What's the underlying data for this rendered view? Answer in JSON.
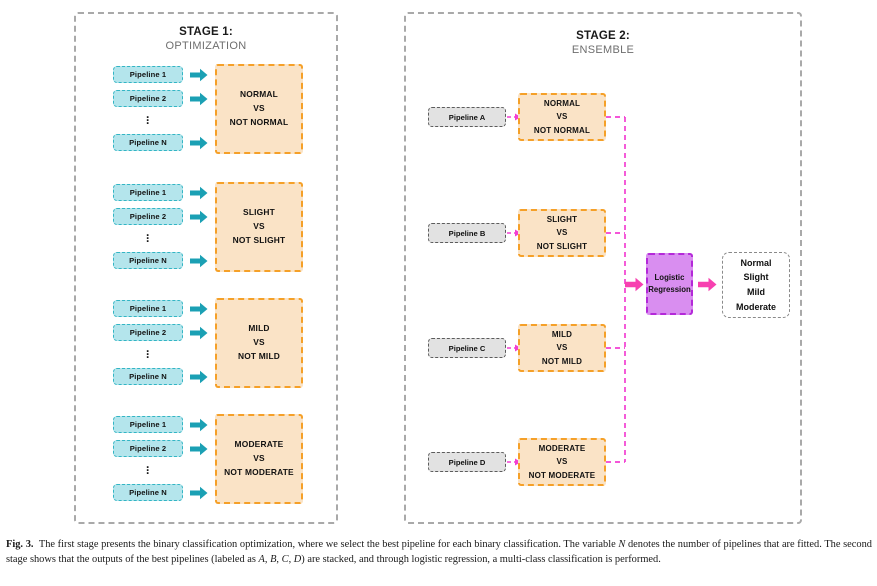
{
  "figure": {
    "stage1": {
      "title": "STAGE 1:",
      "subtitle": "OPTIMIZATION",
      "groups": [
        {
          "task_lines": [
            "NORMAL",
            "VS",
            "NOT NORMAL"
          ],
          "pipelines": [
            "Pipeline 1",
            "Pipeline 2",
            "Pipeline N"
          ],
          "ellipsis": "⋮"
        },
        {
          "task_lines": [
            "SLIGHT",
            "VS",
            "NOT SLIGHT"
          ],
          "pipelines": [
            "Pipeline 1",
            "Pipeline 2",
            "Pipeline N"
          ],
          "ellipsis": "⋮"
        },
        {
          "task_lines": [
            "MILD",
            "VS",
            "NOT MILD"
          ],
          "pipelines": [
            "Pipeline 1",
            "Pipeline 2",
            "Pipeline N"
          ],
          "ellipsis": "⋮"
        },
        {
          "task_lines": [
            "MODERATE",
            "VS",
            "NOT MODERATE"
          ],
          "pipelines": [
            "Pipeline 1",
            "Pipeline 2",
            "Pipeline N"
          ],
          "ellipsis": "⋮"
        }
      ]
    },
    "stage2": {
      "title": "STAGE 2:",
      "subtitle": "ENSEMBLE",
      "rows": [
        {
          "pipeline": "Pipeline A",
          "task_lines": [
            "NORMAL",
            "VS",
            "NOT NORMAL"
          ]
        },
        {
          "pipeline": "Pipeline B",
          "task_lines": [
            "SLIGHT",
            "VS",
            "NOT SLIGHT"
          ]
        },
        {
          "pipeline": "Pipeline C",
          "task_lines": [
            "MILD",
            "VS",
            "NOT MILD"
          ]
        },
        {
          "pipeline": "Pipeline D",
          "task_lines": [
            "MODERATE",
            "VS",
            "NOT MODERATE"
          ]
        }
      ],
      "classifier": {
        "lines": [
          "Logistic",
          "Regression"
        ]
      },
      "output": {
        "classes": [
          "Normal",
          "Slight",
          "Mild",
          "Moderate"
        ]
      }
    },
    "colors": {
      "teal_fill": "#b4e5ec",
      "teal_border": "#33b5c4",
      "orange_fill": "#fae3c6",
      "orange_border": "#f5a028",
      "grey_fill": "#e2e2e2",
      "grey_border": "#5c5c5c",
      "purple_fill": "#d98ef0",
      "purple_border": "#b429d9",
      "magenta_connector": "#f23fd2",
      "panel_border": "#a9a9a9"
    }
  },
  "caption": {
    "label": "Fig. 3.",
    "part1": "The first stage presents the binary classification optimization, where we select the best pipeline for each binary classification. The variable ",
    "var_n": "N",
    "part2": " denotes the number of pipelines that are fitted. The second stage shows that the outputs of the best pipelines (labeled as ",
    "var_a": "A",
    "sep1": ", ",
    "var_b": "B",
    "sep2": ", ",
    "var_c": "C",
    "sep3": ", ",
    "var_d": "D",
    "part3": ") are stacked, and through logistic regression, a multi-class classification is performed."
  }
}
